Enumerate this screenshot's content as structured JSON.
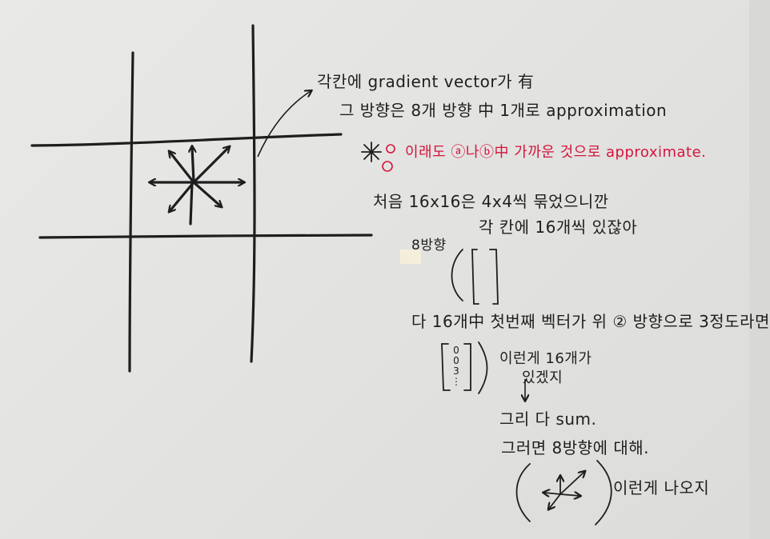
{
  "notes": {
    "line1": "각칸에 gradient vector가 有",
    "line2": "그 방향은 8개 방향 中 1개로 approximation",
    "line3_red": "이래도 ⓐ나ⓑ中 가까운 것으로 approximate.",
    "line4": "처음 16x16은 4x4씩 묶었으니깐",
    "line5": "각 칸에 16개씩 있잖아",
    "label_8dir": "8방향",
    "line6": "다 16개中 첫번째 벡터가 위 ② 방향으로 3정도라면",
    "line7a": "이런게 16개가",
    "line7b": "있겠지",
    "line8": "그리 다 sum.",
    "line9": "그러면 8방향에 대해.",
    "line10": "이런게 나오지",
    "vec_entries": [
      "0",
      "0",
      "3",
      "⋮"
    ]
  },
  "colors": {
    "ink": "#1e1e1e",
    "red_ink": "#d4143c",
    "paper": "#e6e6e4"
  }
}
